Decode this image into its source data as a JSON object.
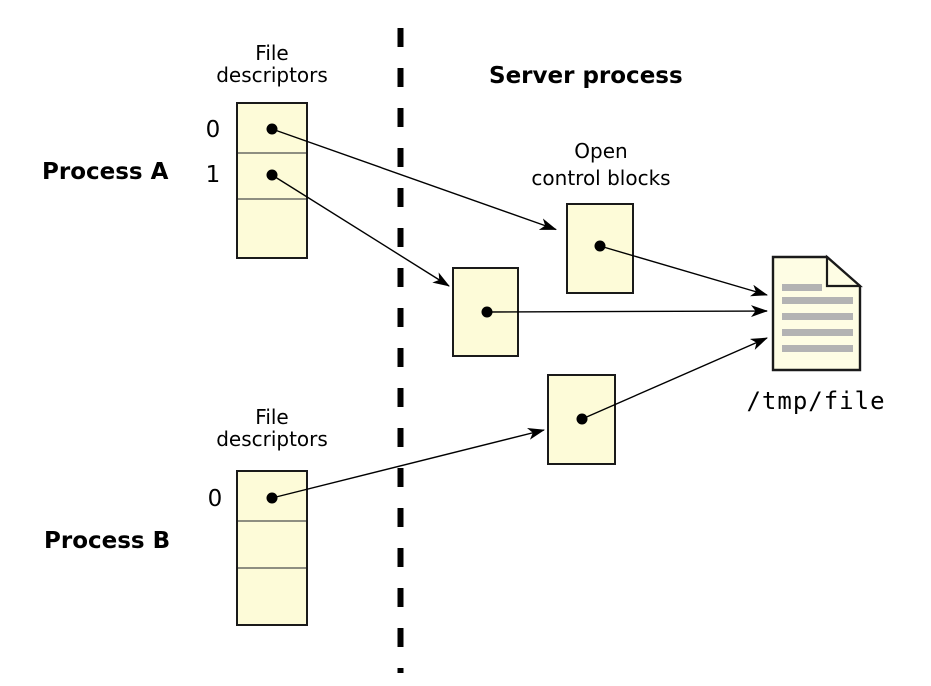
{
  "colors": {
    "background": "#ffffff",
    "box_fill": "#fdfbd8",
    "box_border": "#1a1a1a",
    "divider": "#4d4d4d",
    "file_fill": "#fefde4",
    "file_lines": "#b3b3b3",
    "ink": "#000000"
  },
  "labels": {
    "server_title": "Server process",
    "process_a": {
      "name": "Process A",
      "table_label_line1": "File",
      "table_label_line2": "descriptors",
      "fd_rows": [
        {
          "index": "0"
        },
        {
          "index": "1"
        }
      ]
    },
    "process_b": {
      "name": "Process B",
      "table_label_line1": "File",
      "table_label_line2": "descriptors",
      "fd_rows": [
        {
          "index": "0"
        }
      ]
    },
    "open_control_blocks": {
      "line1": "Open",
      "line2": "control blocks"
    },
    "file_name": "/tmp/file"
  }
}
